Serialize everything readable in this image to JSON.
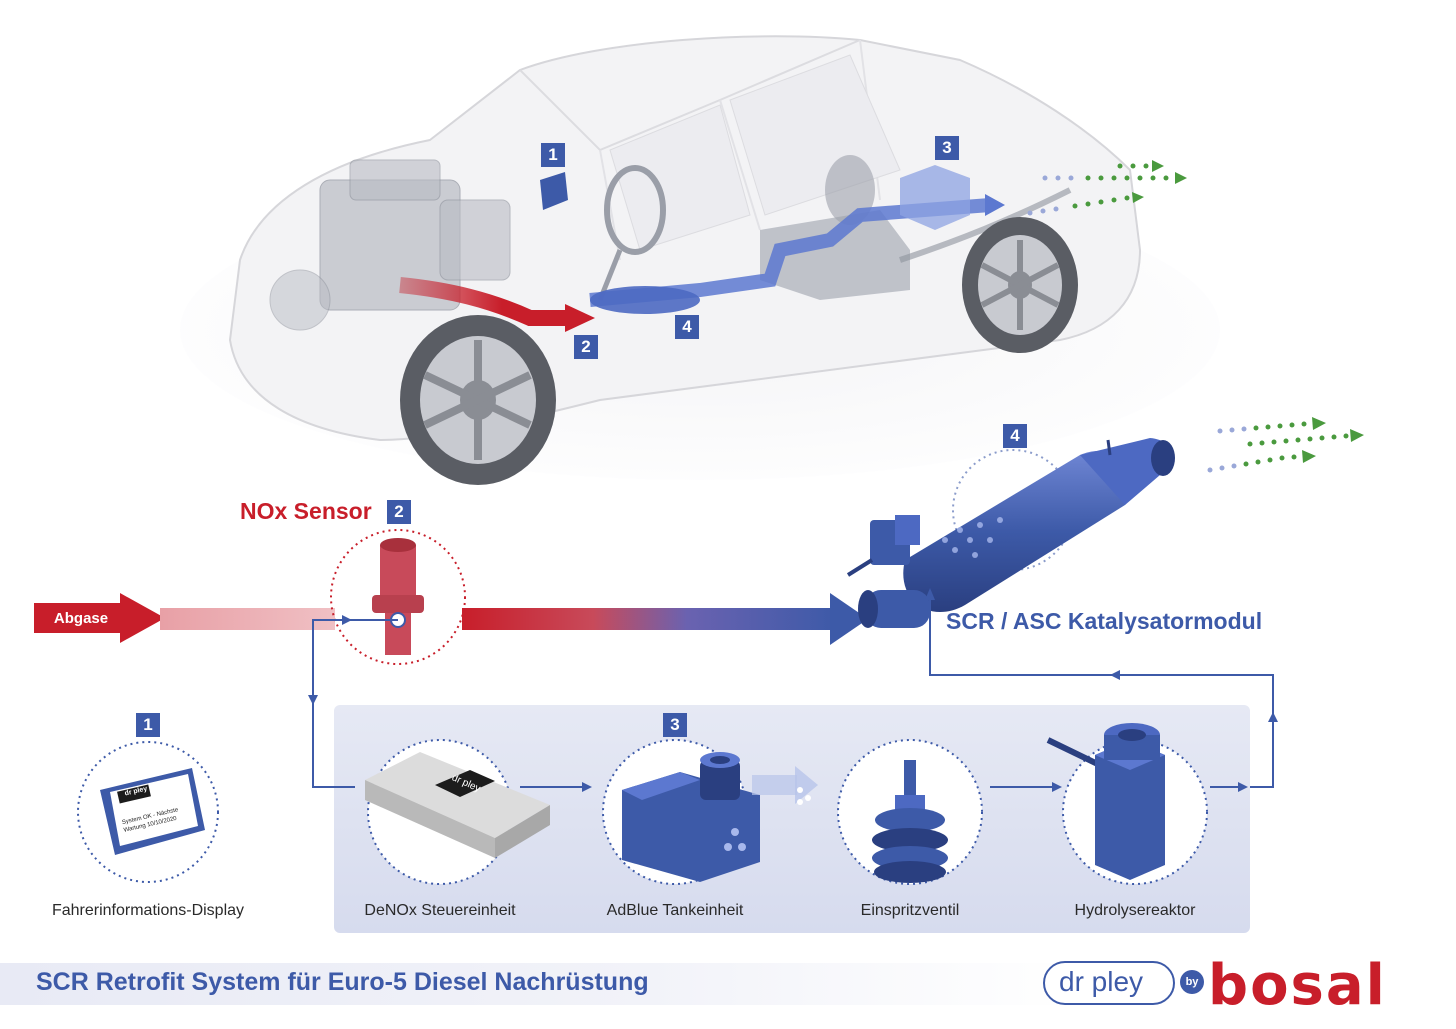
{
  "title": "SCR Retrofit System für Euro-5 Diesel Nachrüstung",
  "labels": {
    "abgase": "Abgase",
    "nox_sensor": "NOx Sensor",
    "scr_module": "SCR / ASC Katalysatormodul",
    "display": "Fahrerinformations-Display",
    "denox": "DeNOx Steuereinheit",
    "adblue": "AdBlue Tankeinheit",
    "einspritz": "Einspritzventil",
    "hydrolyse": "Hydrolysereaktor"
  },
  "badges": {
    "b1": "1",
    "b2": "2",
    "b3": "3",
    "b4": "4"
  },
  "display_screen": {
    "logo": "dr pley",
    "line1": "System OK - Nächste",
    "line2": "Wartung 10/10/2020"
  },
  "denox_logo": "dr pley",
  "brand": {
    "drpley": "dr pley",
    "by": "by",
    "bosal": "bosal"
  },
  "colors": {
    "red": "#c81e2a",
    "blue": "#3d5aa8",
    "green": "#4a9a3e"
  }
}
